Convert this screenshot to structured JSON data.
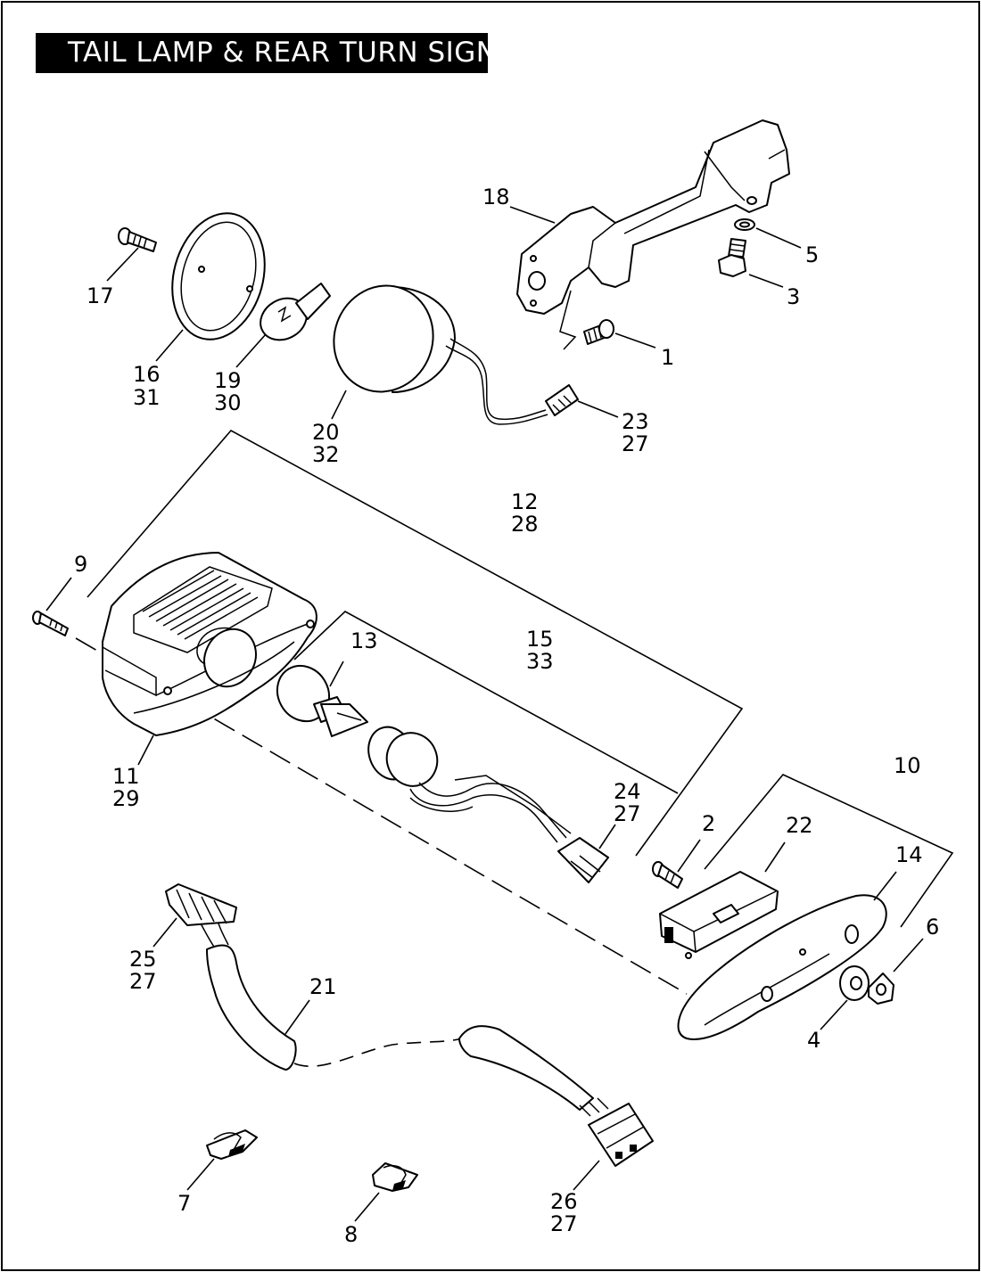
{
  "title": "TAIL LAMP & REAR TURN SIGN",
  "callouts": {
    "c1": "1",
    "c2": "2",
    "c3": "3",
    "c4": "4",
    "c5": "5",
    "c6": "6",
    "c7": "7",
    "c8": "8",
    "c9": "9",
    "c10": "10",
    "c11a": "11",
    "c11b": "29",
    "c12a": "12",
    "c12b": "28",
    "c13": "13",
    "c14": "14",
    "c15a": "15",
    "c15b": "33",
    "c16a": "16",
    "c16b": "31",
    "c17": "17",
    "c18": "18",
    "c19a": "19",
    "c19b": "30",
    "c20a": "20",
    "c20b": "32",
    "c21": "21",
    "c22": "22",
    "c23a": "23",
    "c23b": "27",
    "c24a": "24",
    "c24b": "27",
    "c25a": "25",
    "c25b": "27",
    "c26a": "26",
    "c26b": "27"
  }
}
